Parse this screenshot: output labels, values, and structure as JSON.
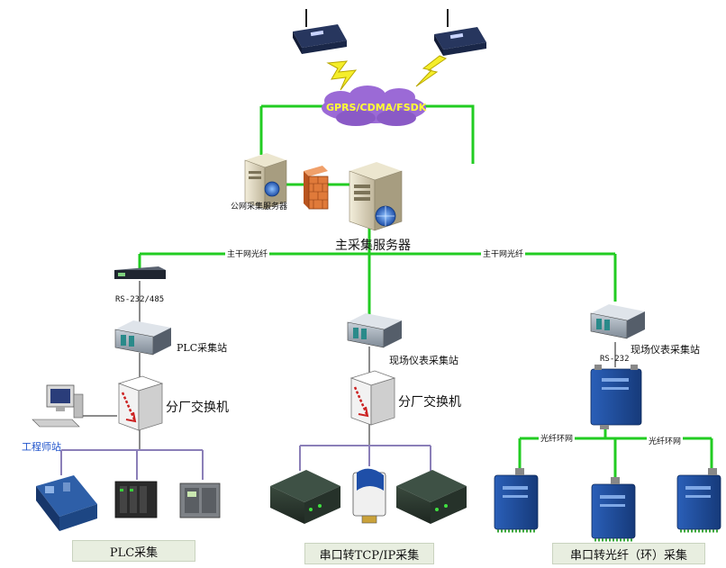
{
  "network": {
    "cloud_label": "GPRS/CDMA/FSDK",
    "public_server_label": "公网采集服务器",
    "main_server_label": "主采集服务器",
    "backbone_left_label": "主干网光纤",
    "backbone_right_label": "主干网光纤"
  },
  "branches": {
    "left": {
      "port_label": "RS-232/485",
      "station_label": "PLC采集站",
      "switch_label": "分厂交换机",
      "workstation_label": "工程师站",
      "caption": "PLC采集"
    },
    "middle": {
      "station_label": "现场仪表采集站",
      "switch_label": "分厂交换机",
      "caption": "串口转TCP/IP采集"
    },
    "right": {
      "station_label": "现场仪表采集站",
      "port_label": "RS-232",
      "ring_left_label": "光纤环网",
      "ring_right_label": "光纤环网",
      "caption": "串口转光纤（环）采集"
    }
  },
  "colors": {
    "fiber_green": "#22cc22",
    "link_gray": "#666666",
    "lan_purple": "#8b7fb8",
    "cloud_purple": "#9b6ad6",
    "bolt_yellow": "#f5ee2a",
    "caption_bg": "#e8eee0"
  }
}
